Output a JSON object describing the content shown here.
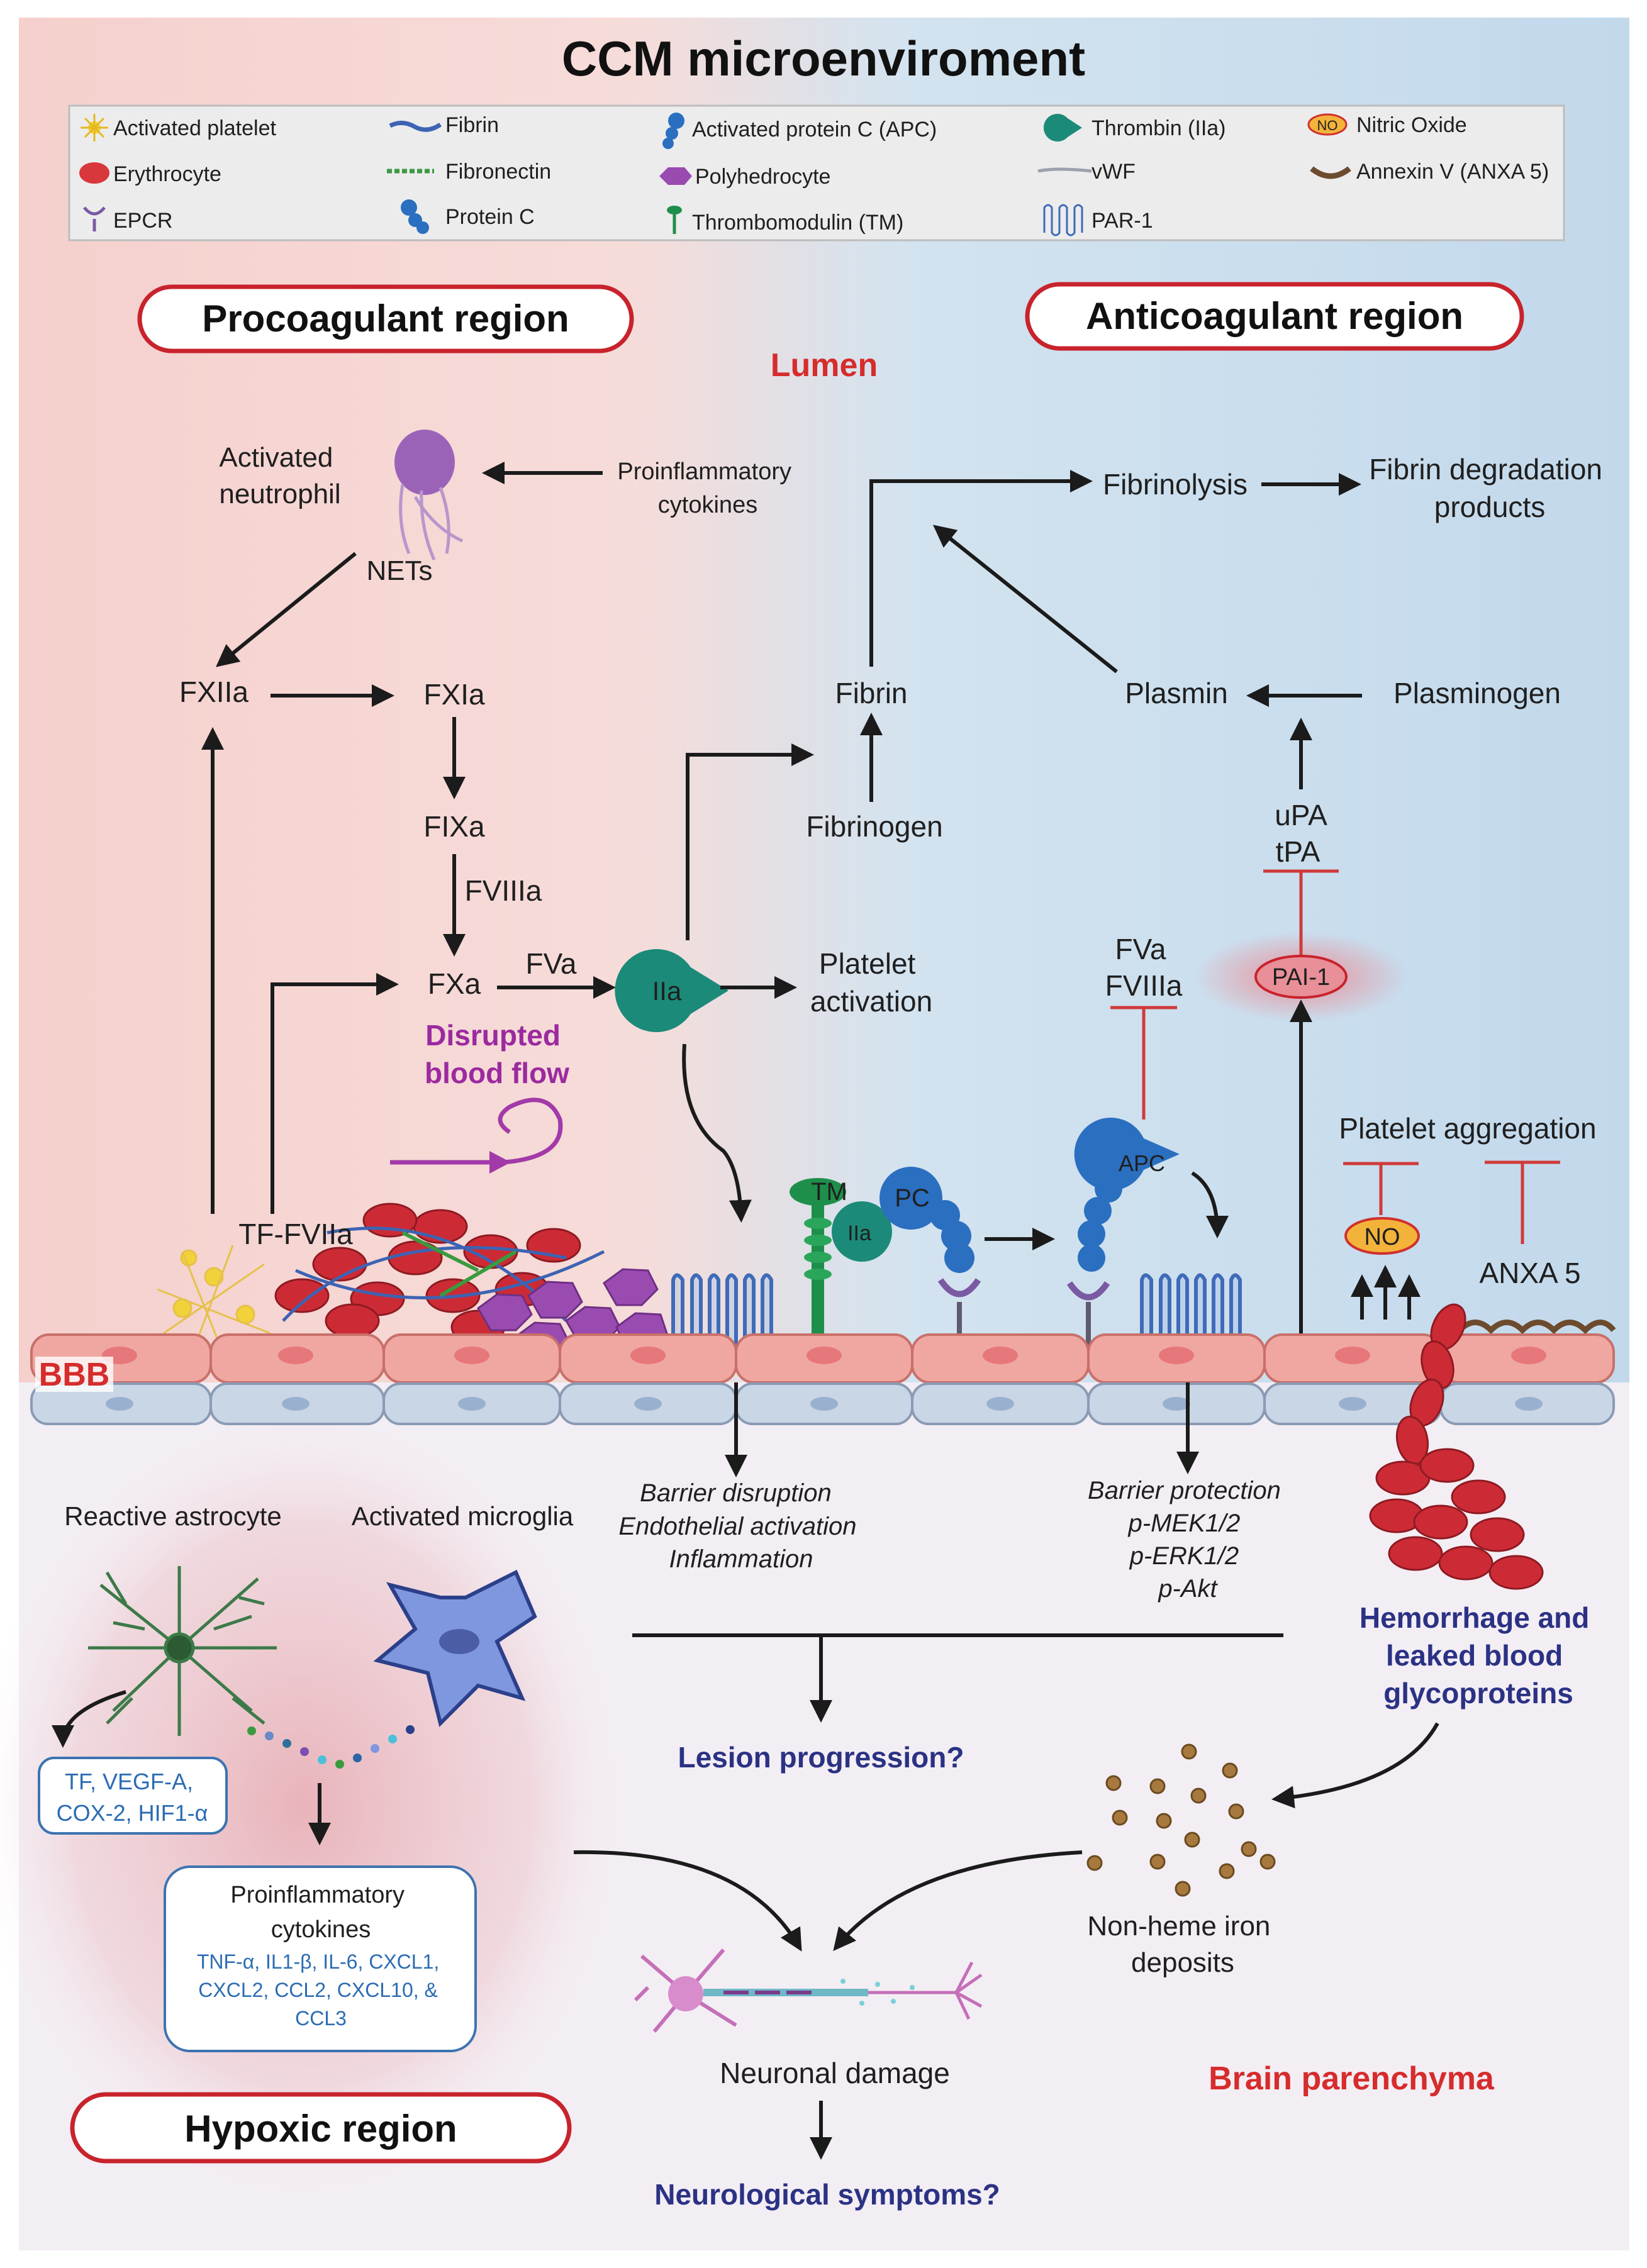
{
  "title": "CCM microenviroment",
  "legend": [
    {
      "label": "Activated platelet",
      "icon": "platelet-icon"
    },
    {
      "label": "Erythrocyte",
      "icon": "erythrocyte-icon"
    },
    {
      "label": "EPCR",
      "icon": "epcr-icon"
    },
    {
      "label": "Fibrin",
      "icon": "fibrin-icon"
    },
    {
      "label": "Fibronectin",
      "icon": "fibronectin-icon"
    },
    {
      "label": "Protein C",
      "icon": "protein-c-icon"
    },
    {
      "label": "Activated protein C (APC)",
      "icon": "apc-icon"
    },
    {
      "label": "Polyhedrocyte",
      "icon": "polyhedrocyte-icon"
    },
    {
      "label": "Thrombomodulin (TM)",
      "icon": "thrombomodulin-icon"
    },
    {
      "label": "Thrombin (IIa)",
      "icon": "thrombin-icon"
    },
    {
      "label": "vWF",
      "icon": "vwf-icon"
    },
    {
      "label": "PAR-1",
      "icon": "par1-icon"
    },
    {
      "label": "Nitric Oxide",
      "icon": "nitric-oxide-icon",
      "badge": "NO"
    },
    {
      "label": "Annexin V (ANXA 5)",
      "icon": "annexin-icon"
    }
  ],
  "regions": {
    "procoagulant": "Procoagulant region",
    "anticoagulant": "Anticoagulant region",
    "hypoxic": "Hypoxic region",
    "lumen": "Lumen",
    "bbb": "BBB",
    "parenchyma": "Brain parenchyma"
  },
  "nodes": {
    "neutrophil": [
      "Activated",
      "neutrophil"
    ],
    "nets": "NETs",
    "proinflam_top": [
      "Proinflammatory",
      "cytokines"
    ],
    "fxiia": "FXIIa",
    "fxia": "FXIa",
    "fixa": "FIXa",
    "fviiia_mid": "FVIIIa",
    "fxa": "FXa",
    "fva_mid": "FVa",
    "iia": "IIa",
    "platelet_activation": [
      "Platelet",
      "activation"
    ],
    "disrupted_flow": [
      "Disrupted",
      "blood flow"
    ],
    "tf_fviia": "TF-FVIIa",
    "fibrinolysis": "Fibrinolysis",
    "fdp": [
      "Fibrin degradation",
      "products"
    ],
    "fibrin": "Fibrin",
    "fibrinogen": "Fibrinogen",
    "plasmin": "Plasmin",
    "plasminogen": "Plasminogen",
    "upa": "uPA",
    "tpa": "tPA",
    "pai1": "PAI-1",
    "fva_right": "FVa",
    "fviiia_right": "FVIIIa",
    "platelet_aggregation": "Platelet aggregation",
    "no": "NO",
    "anxa5": "ANXA 5",
    "tm": "TM",
    "iia_small": "IIa",
    "pc": "PC",
    "apc": "APC",
    "barrier_disruption": [
      "Barrier disruption",
      "Endothelial activation",
      "Inflammation"
    ],
    "barrier_protection": [
      "Barrier protection",
      "p-MEK1/2",
      "p-ERK1/2",
      "p-Akt"
    ],
    "reactive_astrocyte": "Reactive astrocyte",
    "activated_microglia": "Activated microglia",
    "astro_factors": [
      "TF, VEGF-A,",
      "COX-2, HIF1-α"
    ],
    "cytokines_box_title": [
      "Proinflammatory",
      "cytokines"
    ],
    "cytokines_box_list": [
      "TNF-α, IL1-β, IL-6, CXCL1,",
      "CXCL2, CCL2, CXCL10, &",
      "CCL3"
    ],
    "lesion": "Lesion progression?",
    "hemorrhage": [
      "Hemorrhage and",
      "leaked blood",
      "glycoproteins"
    ],
    "iron": [
      "Non-heme iron",
      "deposits"
    ],
    "neuronal_damage": "Neuronal damage",
    "neuro_symptoms": "Neurological symptoms?"
  },
  "colors": {
    "procoag_bg": "#f7d6d3",
    "anticoag_bg": "#c9dff0",
    "accent_red": "#d62c2c",
    "navy": "#2b3284",
    "purple": "#9b2aa0",
    "thrombin": "#1c8a78",
    "protein_c": "#2a6fc0",
    "endothelium": "#f0a7a1"
  }
}
